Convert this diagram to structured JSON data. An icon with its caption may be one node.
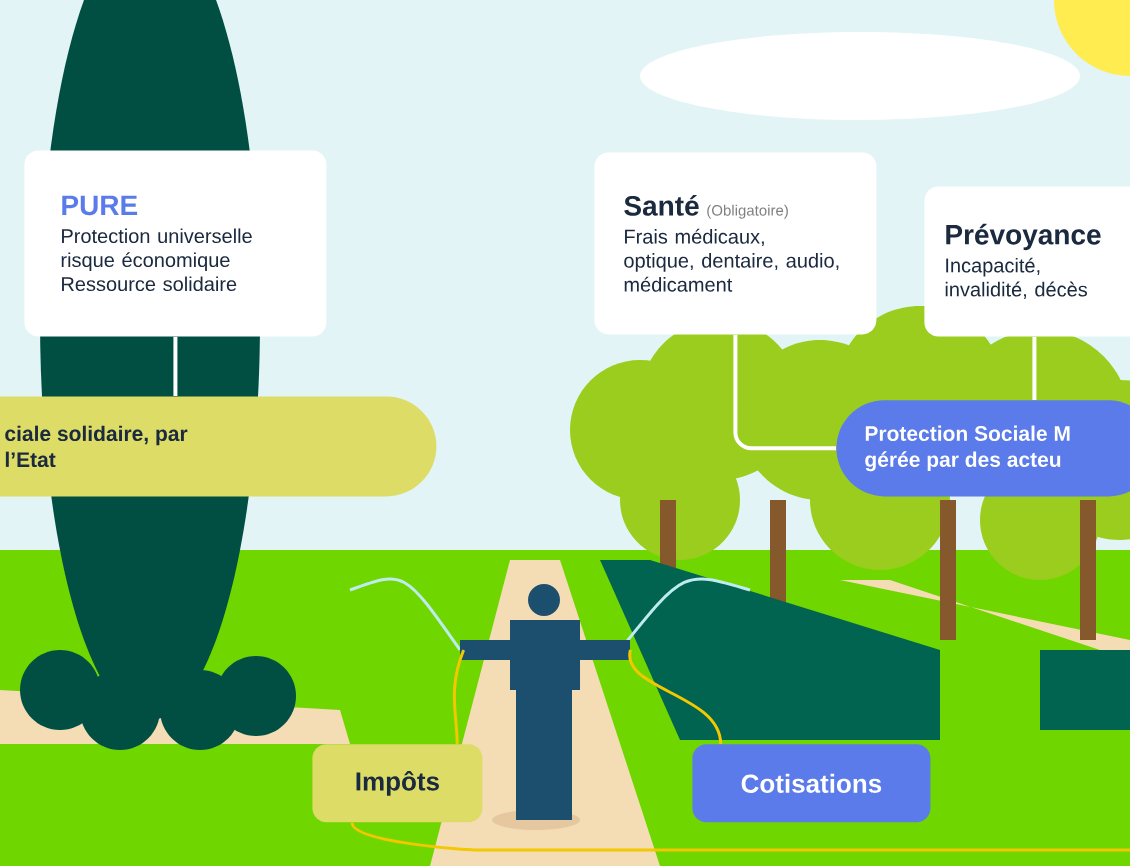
{
  "diagram": {
    "nodes": [
      {
        "text": [
          "PURE",
          "Protection universelle risque économique Ressource solidaire"
        ]
      },
      {
        "text": [
          "ciale solidaire, par l’Etat"
        ]
      },
      {
        "text": [
          "Santé",
          "(Obligatoire)",
          "Frais médicaux, optique, dentaire, audio, médicament"
        ]
      },
      {
        "text": [
          "Prévoyance",
          "Incapacité, invalidité, décès"
        ]
      },
      {
        "text": [
          "Protection Sociale M gérée par des acteu"
        ]
      },
      {
        "text": [
          "Impôts"
        ]
      },
      {
        "text": [
          "Cotisations"
        ]
      },
      {
        "text": [],
        "shape": "person"
      }
    ],
    "edges": [
      {
        "from": 0,
        "to": 1,
        "arrow": "none"
      },
      {
        "from": 2,
        "to": 4,
        "arrow": "none"
      },
      {
        "from": 3,
        "to": 4,
        "arrow": "none"
      },
      {
        "from": 5,
        "to": 7,
        "arrow": "none",
        "color": "#f2c800"
      },
      {
        "from": 6,
        "to": 7,
        "arrow": "none",
        "color": "#f2c800"
      },
      {
        "from": 5,
        "to": null,
        "arrow": "none",
        "color": "#f2c800"
      }
    ]
  }
}
